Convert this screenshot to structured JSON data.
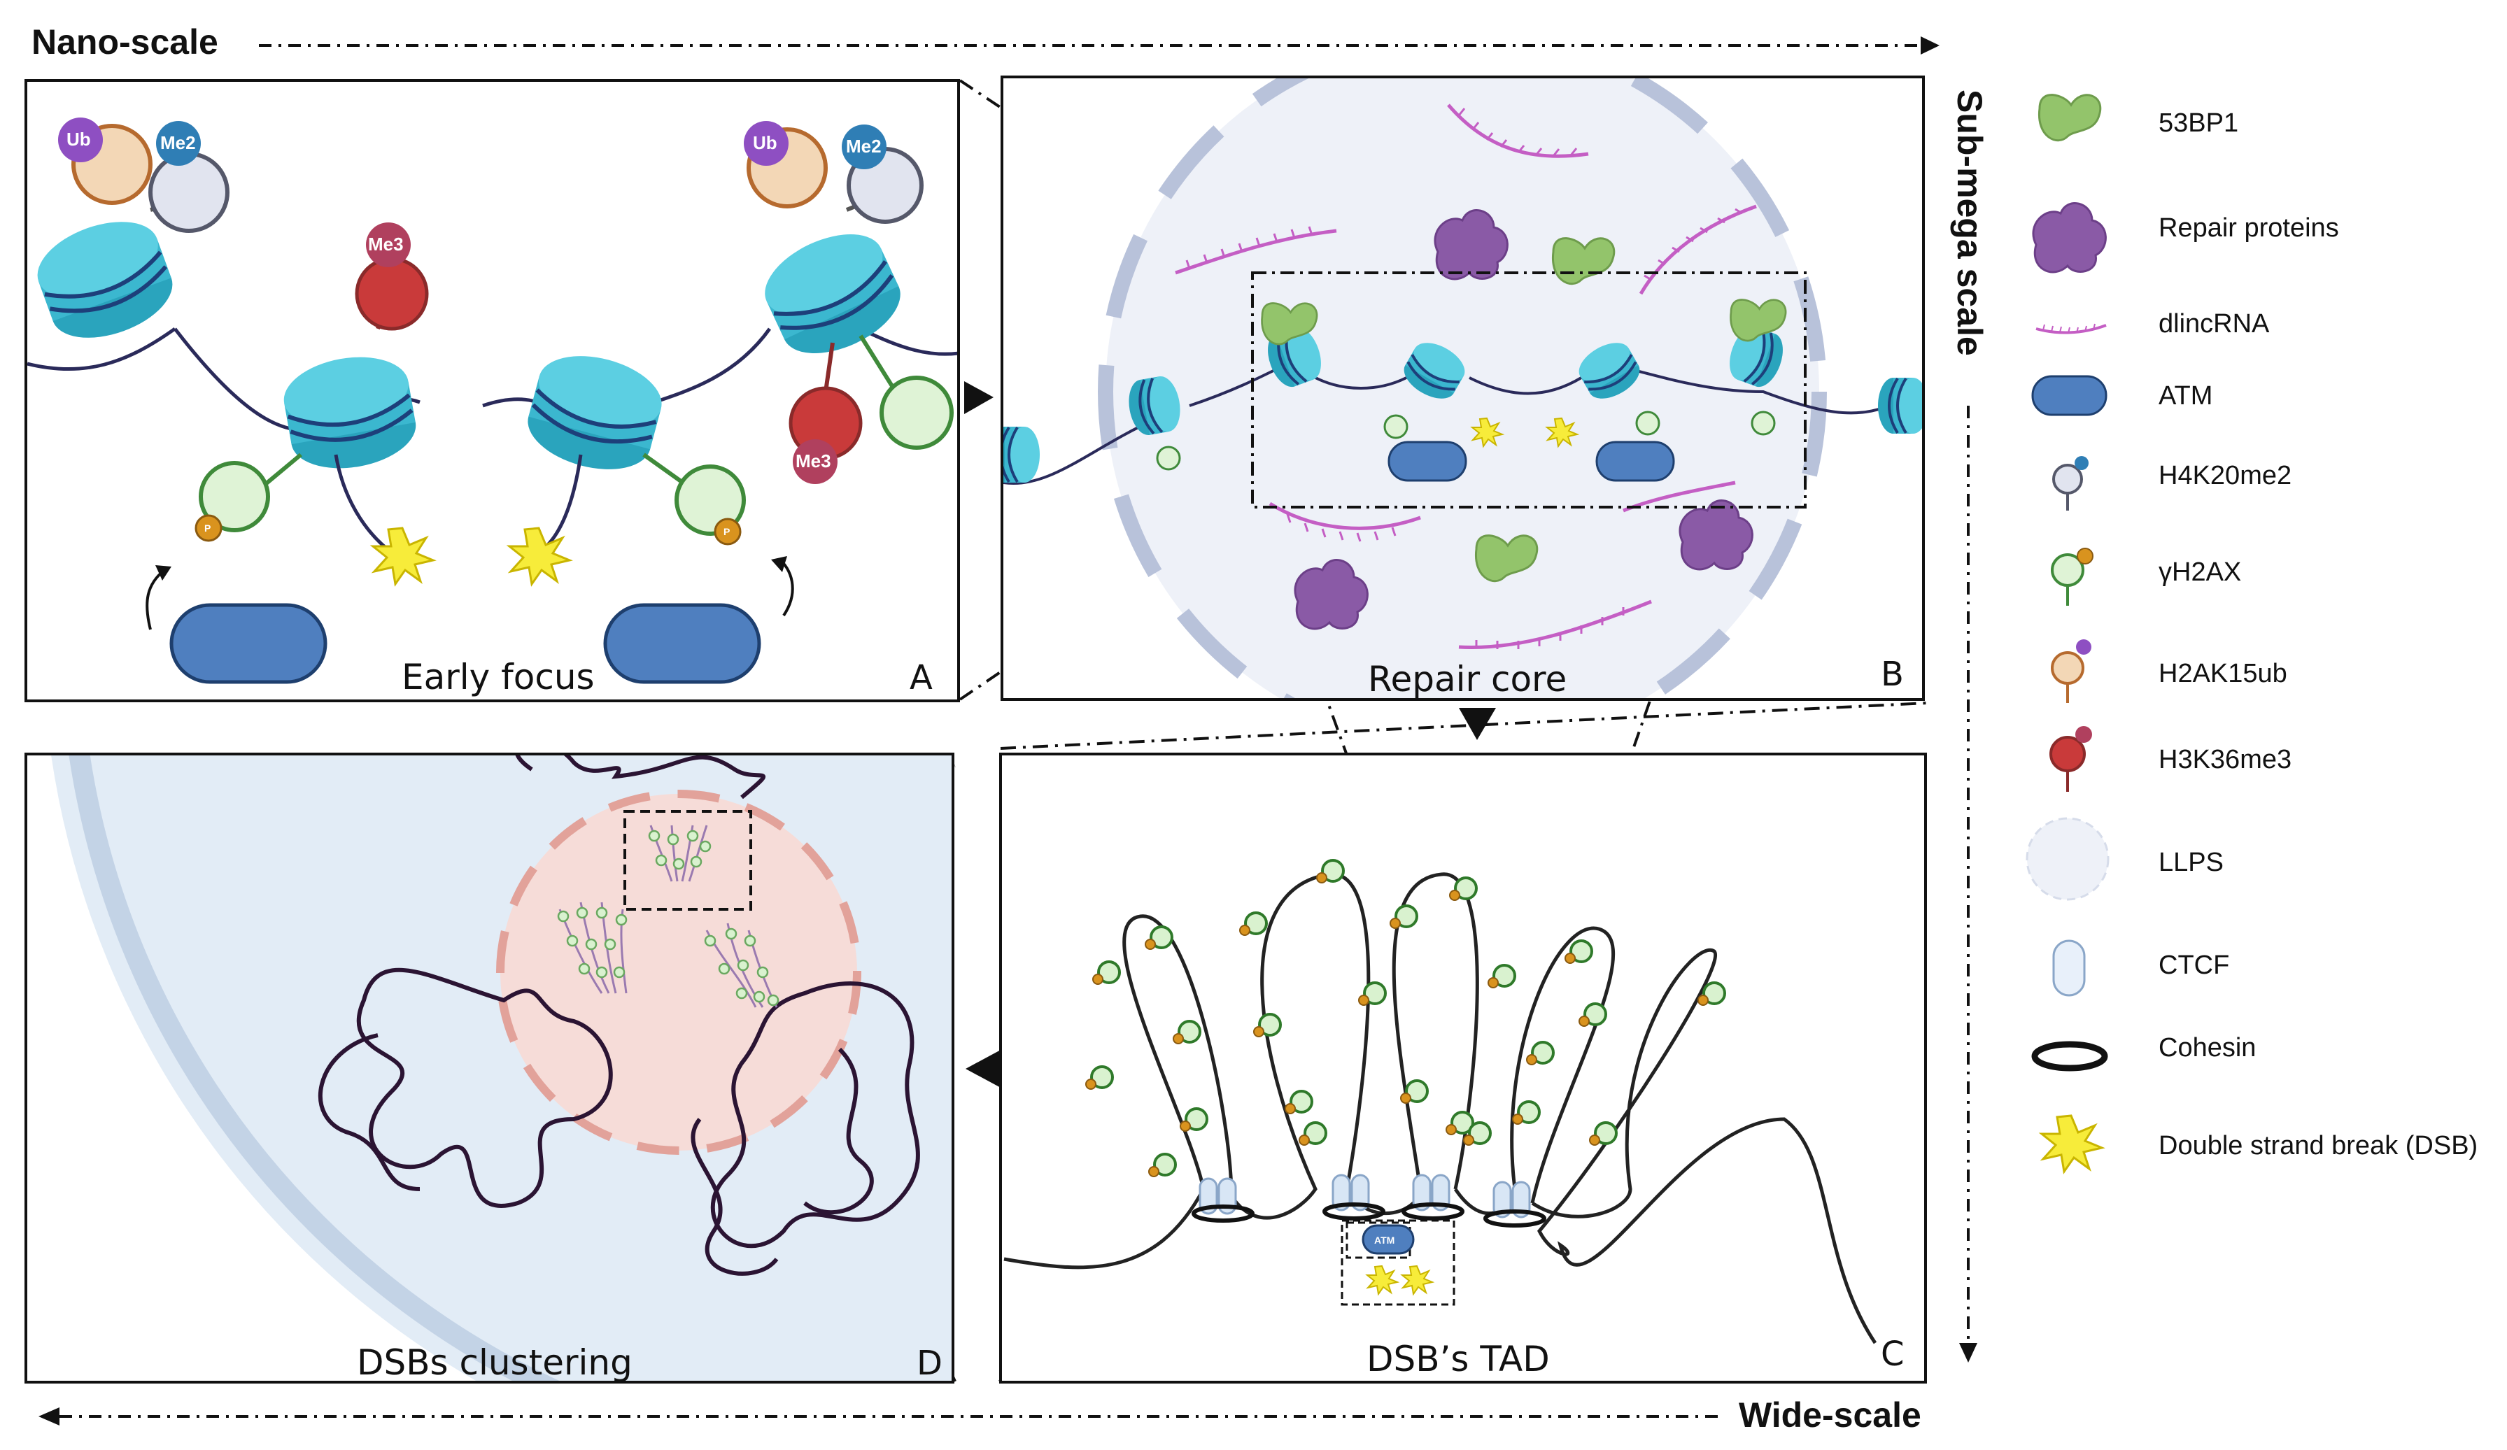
{
  "scales": {
    "nano": "Nano-scale",
    "sub_mega": "Sub-mega scale",
    "wide": "Wide-scale"
  },
  "panels": {
    "a": {
      "caption": "Early focus",
      "letter": "A"
    },
    "b": {
      "caption": "Repair core",
      "letter": "B"
    },
    "c": {
      "caption": "DSB’s TAD",
      "letter": "C"
    },
    "d": {
      "caption": "DSBs clustering",
      "letter": "D"
    }
  },
  "marks": {
    "ub": "Ub",
    "me2": "Me2",
    "me3": "Me3",
    "p": "P",
    "atm": "ATM"
  },
  "legend": [
    {
      "label": "53BP1",
      "icon": "53bp1-icon"
    },
    {
      "label": "Repair proteins",
      "icon": "repair-proteins-icon"
    },
    {
      "label": "dlincRNA",
      "icon": "dlincrna-icon"
    },
    {
      "label": "ATM",
      "icon": "atm-icon"
    },
    {
      "label": "H4K20me2",
      "icon": "h4k20me2-icon"
    },
    {
      "label": "γH2AX",
      "icon": "gh2ax-icon"
    },
    {
      "label": "H2AK15ub",
      "icon": "h2ak15ub-icon"
    },
    {
      "label": "H3K36me3",
      "icon": "h3k36me3-icon"
    },
    {
      "label": "LLPS",
      "icon": "llps-icon"
    },
    {
      "label": "CTCF",
      "icon": "ctcf-icon"
    },
    {
      "label": "Cohesin",
      "icon": "cohesin-icon"
    },
    {
      "label": "Double strand break (DSB)",
      "icon": "dsb-icon"
    }
  ],
  "colors": {
    "nucleosome": "#3bb7cf",
    "nucleosome_band": "#1d3f7a",
    "bp53": "#93c46b",
    "repair_protein": "#8a5aa6",
    "dlincrna": "#c45ec4",
    "atm": "#4f7fbf",
    "gh2ax": "#3f8a3a",
    "phospho": "#d9931e",
    "ub_ring": "#b66a2e",
    "me3": "#c93a3a",
    "llps": "#e6ebf5",
    "dsb": "#f7ec3a"
  }
}
